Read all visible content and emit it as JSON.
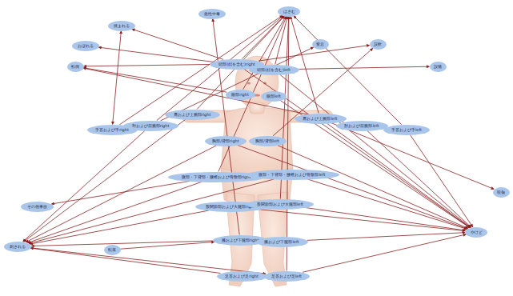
{
  "diagram": {
    "nodes": [
      {
        "text": [
          "はさむ"
        ]
      },
      {
        "text": [
          "急性中毒"
        ]
      },
      {
        "text": [
          "挟まれる"
        ]
      },
      {
        "text": [
          "おぼれる"
        ]
      },
      {
        "text": [
          "転倒"
        ]
      },
      {
        "text": [
          "窒息"
        ]
      },
      {
        "text": [
          "誤飲"
        ]
      },
      {
        "text": [
          "誤嚥"
        ]
      },
      {
        "text": [
          "頭部(顔を含む)right"
        ]
      },
      {
        "text": [
          "頭部(顔を含む)left"
        ]
      },
      {
        "text": [
          "眼部right"
        ]
      },
      {
        "text": [
          "眼部left"
        ]
      },
      {
        "text": [
          "肩および上腕部right"
        ]
      },
      {
        "text": [
          "肘および前腕部right"
        ]
      },
      {
        "text": [
          "手首および手right"
        ]
      },
      {
        "text": [
          "肩および上腕部left"
        ]
      },
      {
        "text": [
          "肘および前腕部left"
        ]
      },
      {
        "text": [
          "手首および手left"
        ]
      },
      {
        "text": [
          "胸部/背部right"
        ]
      },
      {
        "text": [
          "胸部/背部left"
        ]
      },
      {
        "text": [
          "腹部・下背部・腰椎および骨盤部right"
        ]
      },
      {
        "text": [
          "腹部・下背部・腰椎および骨盤部left"
        ]
      },
      {
        "text": [
          "股関節部および大腿部right"
        ]
      },
      {
        "text": [
          "股関節部および大腿部left"
        ]
      },
      {
        "text": [
          "膝および下腿部right"
        ]
      },
      {
        "text": [
          "膝および下腿部left"
        ]
      },
      {
        "text": [
          "足首および足right"
        ]
      },
      {
        "text": [
          "足首および足left"
        ]
      },
      {
        "text": [
          "やけど"
        ]
      },
      {
        "text": [
          "刺される"
        ]
      },
      {
        "text": [
          "転落"
        ]
      },
      {
        "text": [
          "その他事故"
        ]
      },
      {
        "text": [
          "咬傷"
        ]
      }
    ],
    "edges": [
      {
        "from": 8,
        "to": 4,
        "arrow": "to"
      },
      {
        "from": 8,
        "to": 0,
        "arrow": "to"
      },
      {
        "from": 8,
        "to": 2,
        "arrow": "to"
      },
      {
        "from": 8,
        "to": 28,
        "arrow": "to"
      },
      {
        "from": 8,
        "to": 6,
        "arrow": "to"
      },
      {
        "from": 9,
        "to": 0,
        "arrow": "to"
      },
      {
        "from": 9,
        "to": 3,
        "arrow": "to"
      },
      {
        "from": 9,
        "to": 28,
        "arrow": "to"
      },
      {
        "from": 9,
        "to": 7,
        "arrow": "to"
      },
      {
        "from": 10,
        "to": 0,
        "arrow": "to"
      },
      {
        "from": 10,
        "to": 4,
        "arrow": "to"
      },
      {
        "from": 11,
        "to": 28,
        "arrow": "to"
      },
      {
        "from": 12,
        "to": 29,
        "arrow": "to"
      },
      {
        "from": 12,
        "to": 0,
        "arrow": "to"
      },
      {
        "from": 13,
        "to": 0,
        "arrow": "to"
      },
      {
        "from": 13,
        "to": 29,
        "arrow": "to"
      },
      {
        "from": 13,
        "to": 5,
        "arrow": "to"
      },
      {
        "from": 2,
        "to": 14,
        "arrow": "both"
      },
      {
        "from": 14,
        "to": 0,
        "arrow": "to"
      },
      {
        "from": 15,
        "to": 0,
        "arrow": "to"
      },
      {
        "from": 15,
        "to": 28,
        "arrow": "to"
      },
      {
        "from": 15,
        "to": 32,
        "arrow": "to"
      },
      {
        "from": 16,
        "to": 28,
        "arrow": "to"
      },
      {
        "from": 16,
        "to": 4,
        "arrow": "to"
      },
      {
        "from": 17,
        "to": 28,
        "arrow": "to"
      },
      {
        "from": 17,
        "to": 0,
        "arrow": "to"
      },
      {
        "from": 18,
        "to": 28,
        "arrow": "to"
      },
      {
        "from": 18,
        "to": 29,
        "arrow": "to"
      },
      {
        "from": 19,
        "to": 28,
        "arrow": "to"
      },
      {
        "from": 19,
        "to": 6,
        "arrow": "to"
      },
      {
        "from": 20,
        "to": 29,
        "arrow": "to"
      },
      {
        "from": 20,
        "to": 0,
        "arrow": "to"
      },
      {
        "from": 21,
        "to": 28,
        "arrow": "to"
      },
      {
        "from": 21,
        "to": 29,
        "arrow": "to"
      },
      {
        "from": 22,
        "to": 29,
        "arrow": "to"
      },
      {
        "from": 22,
        "to": 28,
        "arrow": "to"
      },
      {
        "from": 23,
        "to": 0,
        "arrow": "to"
      },
      {
        "from": 23,
        "to": 28,
        "arrow": "to"
      },
      {
        "from": 24,
        "to": 29,
        "arrow": "to"
      },
      {
        "from": 24,
        "to": 1,
        "arrow": "to"
      },
      {
        "from": 30,
        "to": 24,
        "arrow": "to"
      },
      {
        "from": 25,
        "to": 28,
        "arrow": "to"
      },
      {
        "from": 26,
        "to": 29,
        "arrow": "to"
      },
      {
        "from": 27,
        "to": 28,
        "arrow": "to"
      },
      {
        "from": 27,
        "to": 0,
        "arrow": "to"
      },
      {
        "from": 29,
        "to": 27,
        "arrow": "to"
      },
      {
        "from": 20,
        "to": 31,
        "arrow": "to"
      }
    ]
  }
}
